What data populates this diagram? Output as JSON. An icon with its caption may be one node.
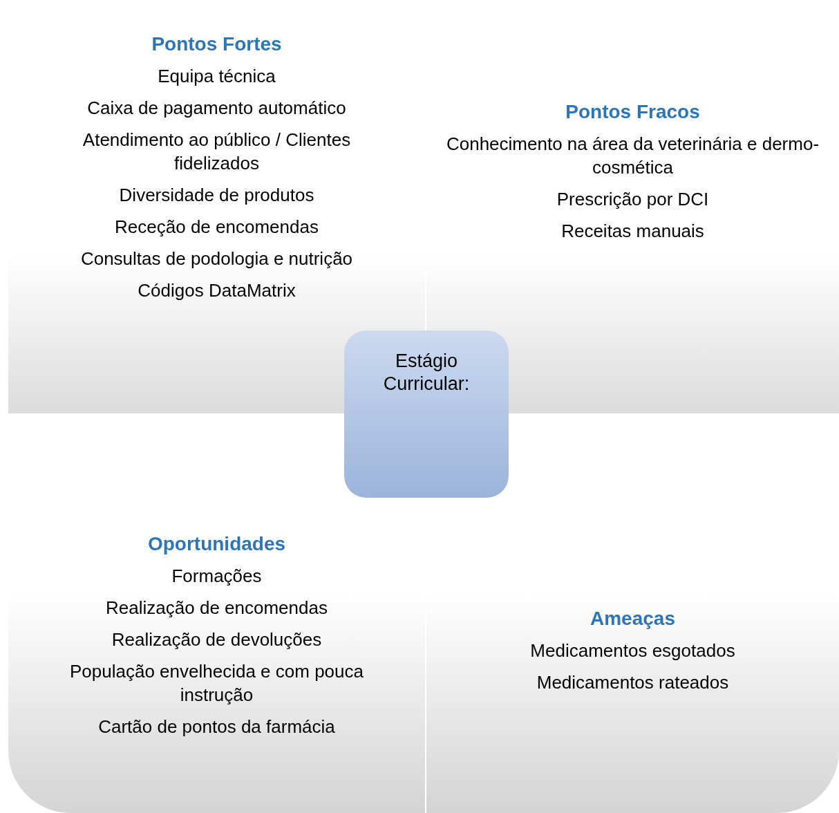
{
  "diagram": {
    "nodes": [
      {
        "text": [
          "Pontos Fortes",
          "Equipa técnica",
          "Caixa de pagamento automático",
          "Atendimento ao público / Clientes fidelizados",
          "Diversidade de produtos",
          "Receção de encomendas",
          "Consultas de podologia e nutrição",
          "Códigos DataMatrix"
        ]
      },
      {
        "text": [
          "Pontos Fracos",
          "Conhecimento na área da veterinária e dermo-cosmética",
          "Prescrição por DCI",
          "Receitas manuais"
        ]
      },
      {
        "text": [
          "Oportunidades",
          "Formações",
          "Realização de encomendas",
          "Realização de devoluções",
          "População envelhecida e com pouca instrução",
          "Cartão de pontos da farmácia"
        ]
      },
      {
        "text": [
          "Ameaças",
          "Medicamentos esgotados",
          "Medicamentos rateados"
        ]
      },
      {
        "text": [
          "Estágio Curricular:"
        ]
      }
    ]
  }
}
